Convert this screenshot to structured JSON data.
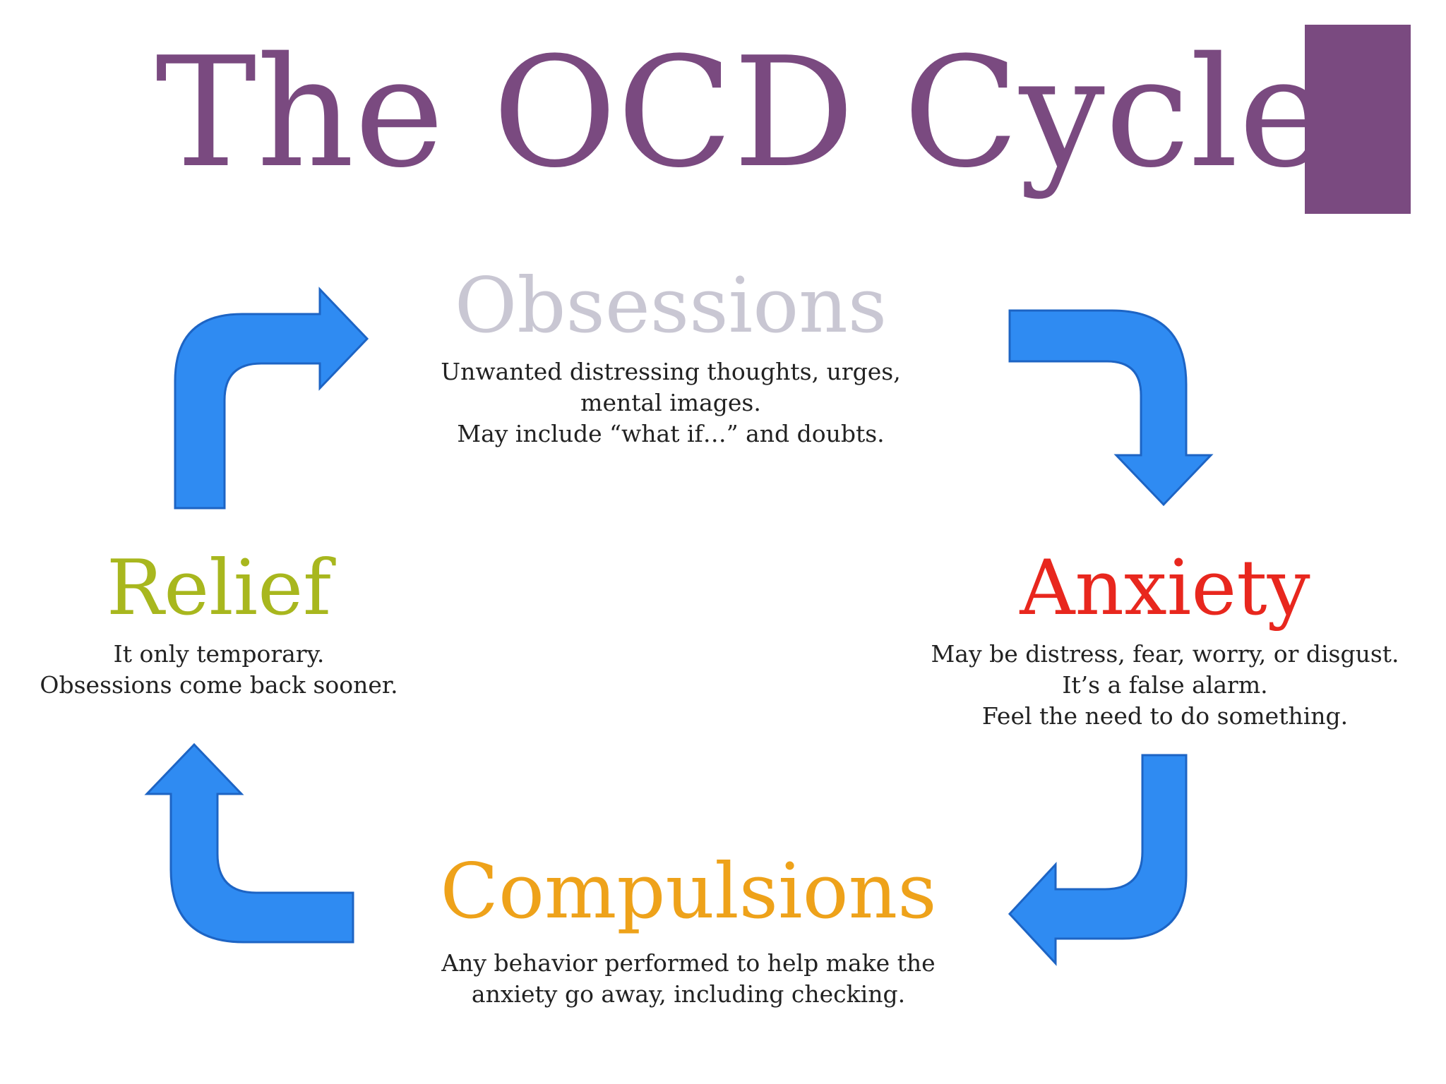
{
  "title": "The OCD Cycle",
  "colors": {
    "title": "#7a4a80",
    "accent_block": "#7a4a80",
    "arrow": "#2f8bf2",
    "arrow_stroke": "#1d64c4",
    "obsessions": "#c9c7d3",
    "anxiety": "#e8271e",
    "compulsions": "#eea21a",
    "relief": "#a8b71e",
    "body_text": "#222222"
  },
  "nodes": {
    "obsessions": {
      "heading": "Obsessions",
      "lines": [
        "Unwanted distressing thoughts, urges,",
        "mental images.",
        "May include “what if…” and doubts."
      ]
    },
    "anxiety": {
      "heading": "Anxiety",
      "lines": [
        "May be distress, fear, worry, or disgust.",
        "It’s a false alarm.",
        "Feel the need to do something."
      ]
    },
    "compulsions": {
      "heading": "Compulsions",
      "lines": [
        "Any behavior performed to help make the",
        "anxiety go away, including checking."
      ]
    },
    "relief": {
      "heading": "Relief",
      "lines": [
        "It only temporary.",
        "Obsessions come back sooner."
      ]
    }
  },
  "arrows": [
    {
      "from": "relief",
      "to": "obsessions",
      "icon": "curved-arrow-up-right"
    },
    {
      "from": "obsessions",
      "to": "anxiety",
      "icon": "curved-arrow-right-down"
    },
    {
      "from": "anxiety",
      "to": "compulsions",
      "icon": "curved-arrow-down-left"
    },
    {
      "from": "compulsions",
      "to": "relief",
      "icon": "curved-arrow-left-up"
    }
  ]
}
